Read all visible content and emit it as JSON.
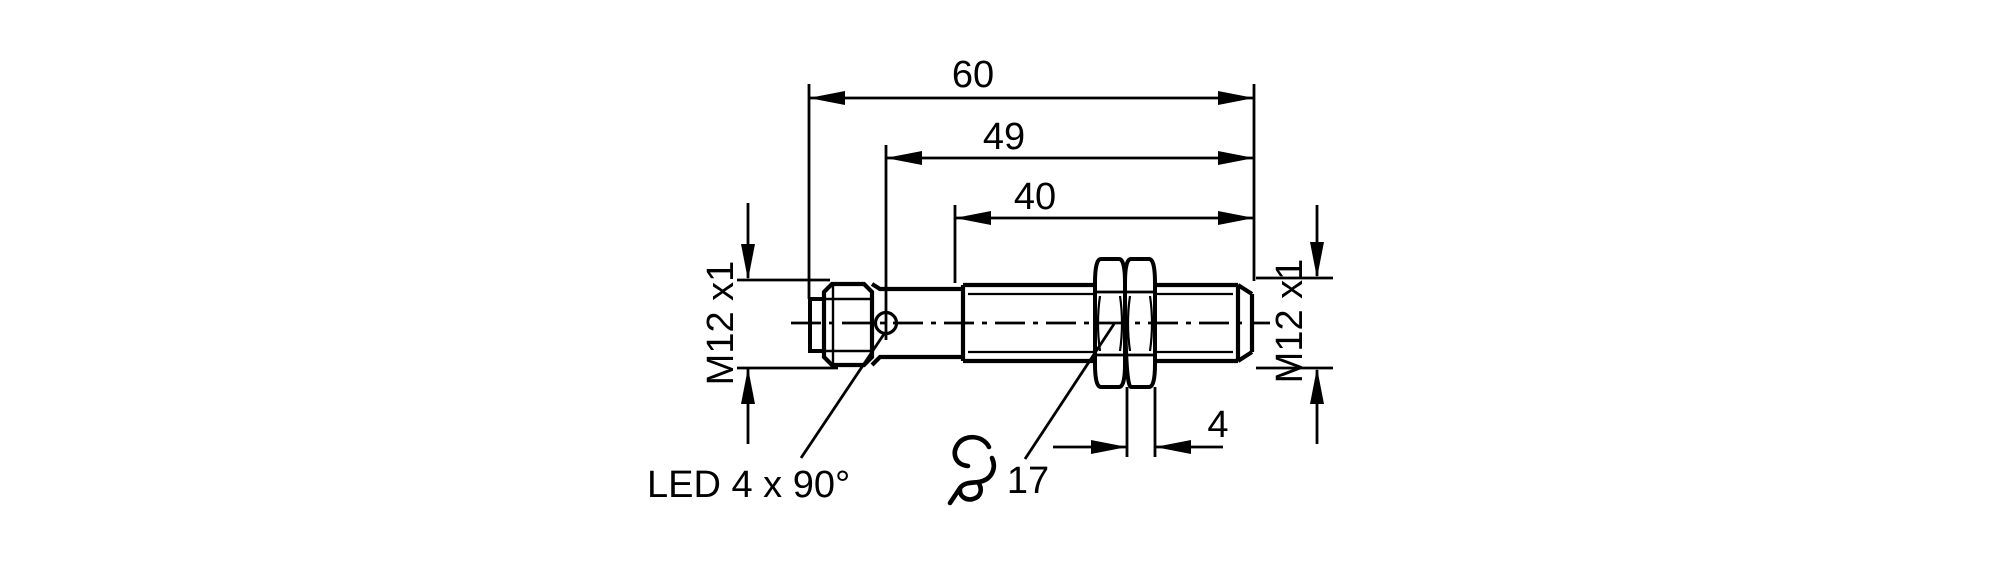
{
  "page": {
    "background": "#ffffff",
    "line_color": "#000000"
  },
  "drawing": {
    "type": "technical-dimension-drawing",
    "dimensions": {
      "overall_length": "60",
      "housing_length": "49",
      "thread_length": "40",
      "nut_width": "4",
      "wrench_size": "17"
    },
    "labels": {
      "connector_thread": "M12 x1",
      "sensing_thread": "M12 x1",
      "led": "LED 4 x 90°"
    },
    "icons": {
      "wrench": "open-end-wrench-icon"
    }
  }
}
